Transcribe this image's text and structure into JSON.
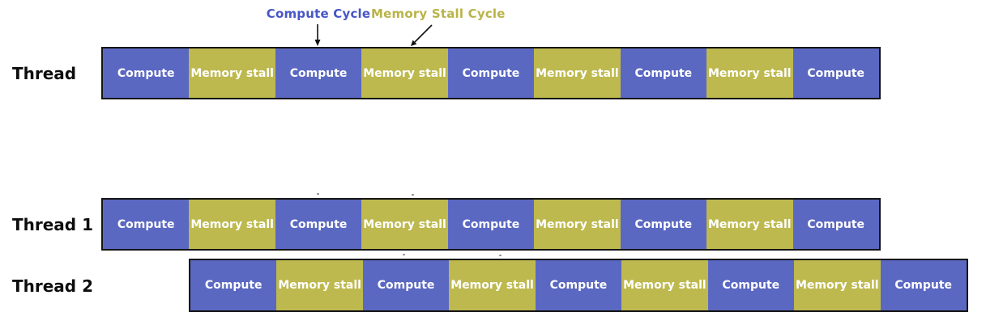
{
  "legend": {
    "compute_cycle": "Compute Cycle",
    "memory_stall_cycle": "Memory Stall Cycle"
  },
  "colors": {
    "background": "#ffffff",
    "compute_block": "#5b68c2",
    "memory_stall_block": "#bdb94f",
    "legend_compute_text": "#4656c6",
    "legend_memory_text": "#b9b448",
    "block_text": "#ffffff",
    "row_label_text": "#0d0d0d",
    "bar_border": "#151515",
    "arrow": "#111111"
  },
  "rows": [
    {
      "label": "Thread",
      "blocks": [
        "Compute",
        "Memory stall",
        "Compute",
        "Memory stall",
        "Compute",
        "Memory stall",
        "Compute",
        "Memory stall",
        "Compute"
      ]
    },
    {
      "label": "Thread 1",
      "blocks": [
        "Compute",
        "Memory stall",
        "Compute",
        "Memory stall",
        "Compute",
        "Memory stall",
        "Compute",
        "Memory stall",
        "Compute"
      ]
    },
    {
      "label": "Thread 2",
      "blocks": [
        "Compute",
        "Memory stall",
        "Compute",
        "Memory stall",
        "Compute",
        "Memory stall",
        "Compute",
        "Memory stall",
        "Compute"
      ]
    }
  ]
}
